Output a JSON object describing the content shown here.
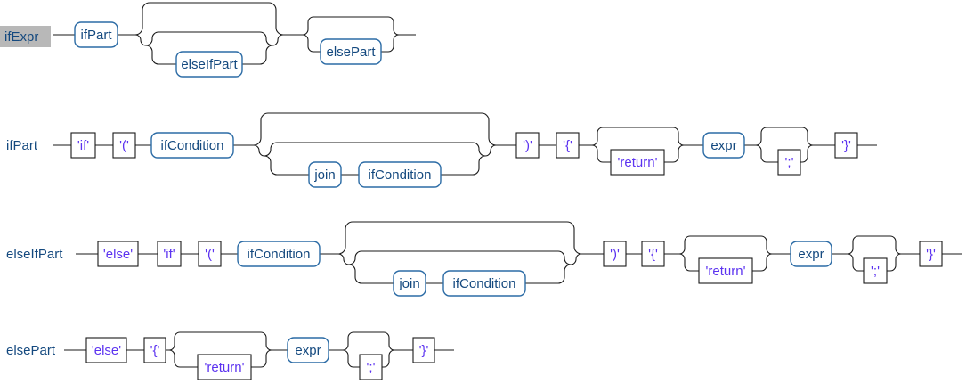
{
  "diagram": {
    "type": "railroad-syntax-diagram",
    "colors": {
      "rail": "#1a1a1a",
      "terminal_border": "#1a1a1a",
      "terminal_text": "#5c33f0",
      "nonterminal_border": "#2b6ba5",
      "nonterminal_text": "#14497f",
      "rule_label_text": "#14497f",
      "selected_rule_background": "#b8b8b8",
      "page_background": "#ffffff"
    }
  },
  "rules": [
    {
      "name": "ifExpr",
      "selected": true,
      "nodes": [
        {
          "kind": "nonterminal",
          "label": "ifPart"
        },
        {
          "kind": "nonterminal",
          "label": "elseIfPart"
        },
        {
          "kind": "nonterminal",
          "label": "elsePart"
        }
      ]
    },
    {
      "name": "ifPart",
      "selected": false,
      "nodes": [
        {
          "kind": "terminal",
          "label": "'if'"
        },
        {
          "kind": "terminal",
          "label": "'('"
        },
        {
          "kind": "nonterminal",
          "label": "ifCondition"
        },
        {
          "kind": "nonterminal",
          "label": "join"
        },
        {
          "kind": "nonterminal",
          "label": "ifCondition"
        },
        {
          "kind": "terminal",
          "label": "')'"
        },
        {
          "kind": "terminal",
          "label": "'{'"
        },
        {
          "kind": "terminal",
          "label": "'return'"
        },
        {
          "kind": "nonterminal",
          "label": "expr"
        },
        {
          "kind": "terminal",
          "label": "';'"
        },
        {
          "kind": "terminal",
          "label": "'}'"
        }
      ]
    },
    {
      "name": "elseIfPart",
      "selected": false,
      "nodes": [
        {
          "kind": "terminal",
          "label": "'else'"
        },
        {
          "kind": "terminal",
          "label": "'if'"
        },
        {
          "kind": "terminal",
          "label": "'('"
        },
        {
          "kind": "nonterminal",
          "label": "ifCondition"
        },
        {
          "kind": "nonterminal",
          "label": "join"
        },
        {
          "kind": "nonterminal",
          "label": "ifCondition"
        },
        {
          "kind": "terminal",
          "label": "')'"
        },
        {
          "kind": "terminal",
          "label": "'{'"
        },
        {
          "kind": "terminal",
          "label": "'return'"
        },
        {
          "kind": "nonterminal",
          "label": "expr"
        },
        {
          "kind": "terminal",
          "label": "';'"
        },
        {
          "kind": "terminal",
          "label": "'}'"
        }
      ]
    },
    {
      "name": "elsePart",
      "selected": false,
      "nodes": [
        {
          "kind": "terminal",
          "label": "'else'"
        },
        {
          "kind": "terminal",
          "label": "'{'"
        },
        {
          "kind": "terminal",
          "label": "'return'"
        },
        {
          "kind": "nonterminal",
          "label": "expr"
        },
        {
          "kind": "terminal",
          "label": "';'"
        },
        {
          "kind": "terminal",
          "label": "'}'"
        }
      ]
    }
  ]
}
